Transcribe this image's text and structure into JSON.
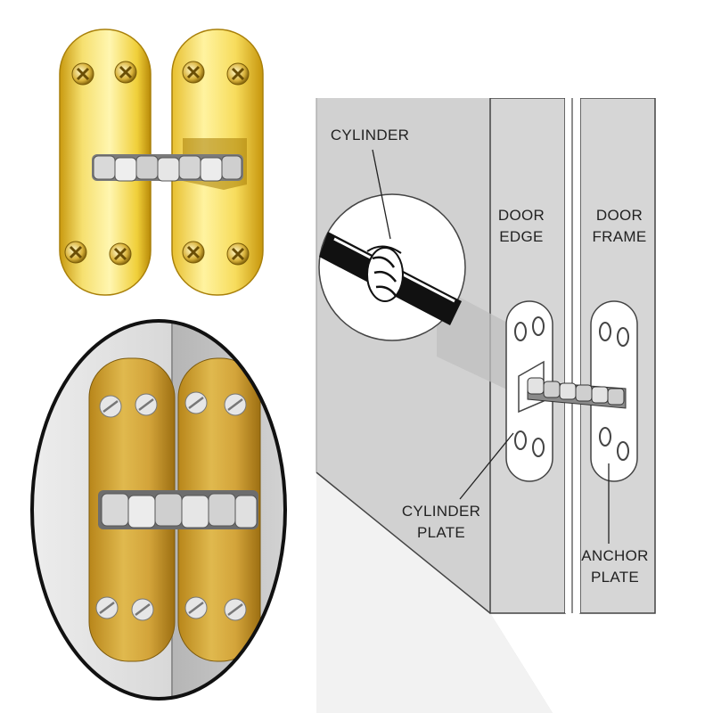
{
  "diagram": {
    "labels": {
      "cylinder": "CYLINDER",
      "door_edge_1": "DOOR",
      "door_edge_2": "EDGE",
      "door_frame_1": "DOOR",
      "door_frame_2": "FRAME",
      "cylinder_plate_1": "CYLINDER",
      "cylinder_plate_2": "PLATE",
      "anchor_plate_1": "ANCHOR",
      "anchor_plate_2": "PLATE"
    }
  },
  "colors": {
    "brass_light": "#fff4a8",
    "brass_mid": "#f0d040",
    "brass_dark": "#c99a10",
    "wall_gray": "#d3d3d3",
    "wall_dark": "#bdbdbd",
    "photo_bg": "#cfcfcf"
  }
}
